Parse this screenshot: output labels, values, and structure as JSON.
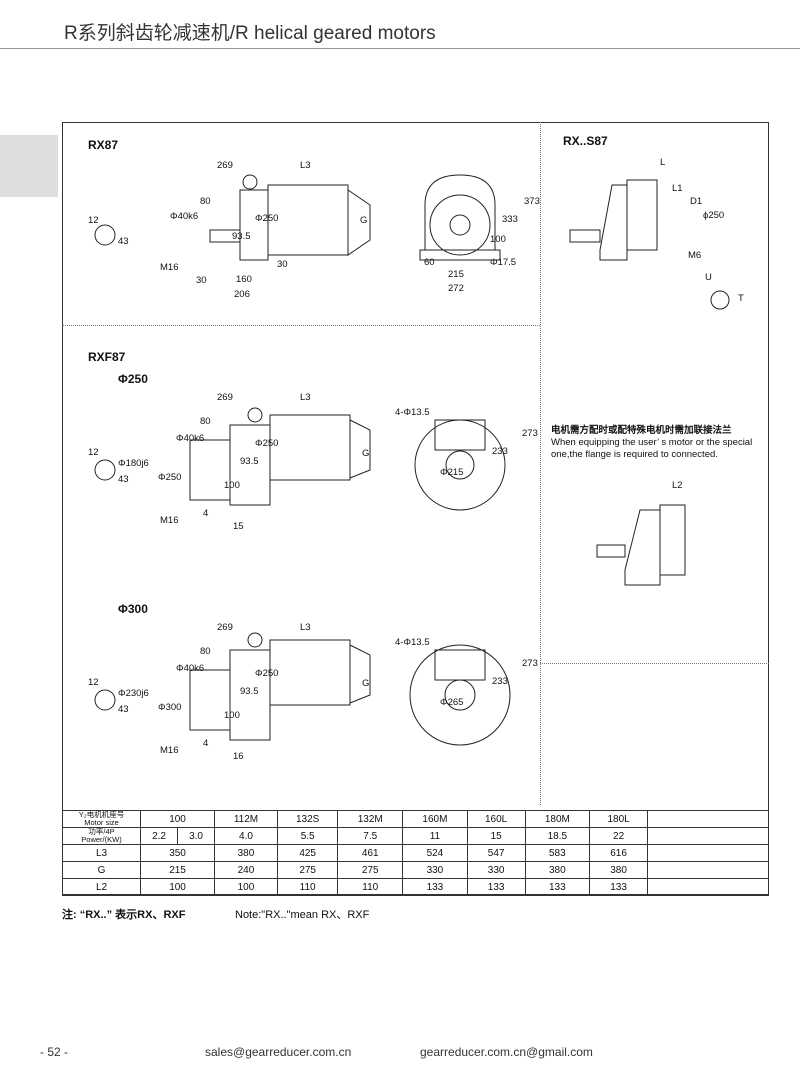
{
  "header": {
    "title": "R系列斜齿轮减速机/R helical geared motors"
  },
  "sections": {
    "rx87": {
      "title": "RX87",
      "dims": [
        "269",
        "L3",
        "80",
        "Φ40k6",
        "Φ250",
        "93.5",
        "G",
        "12",
        "43",
        "M16",
        "30",
        "160",
        "206",
        "30",
        "333",
        "373",
        "100",
        "60",
        "215",
        "Φ17.5",
        "272"
      ]
    },
    "rxs87": {
      "title": "RX..S87",
      "dims": [
        "L",
        "L1",
        "D1",
        "ϕ250",
        "M6",
        "U",
        "T"
      ]
    },
    "rxf87": {
      "title": "RXF87",
      "sub1": "Φ250",
      "sub2": "Φ300",
      "dims1": [
        "269",
        "L3",
        "80",
        "Φ40k6",
        "Φ250",
        "Φ180j6",
        "Φ250",
        "93.5",
        "G",
        "12",
        "43",
        "100",
        "M16",
        "4",
        "15",
        "4-Φ13.5",
        "233",
        "273",
        "Φ215"
      ],
      "dims2": [
        "269",
        "L3",
        "80",
        "Φ40k6",
        "Φ250",
        "Φ230j6",
        "Φ300",
        "93.5",
        "G",
        "12",
        "43",
        "100",
        "M16",
        "4",
        "16",
        "4-Φ13.5",
        "233",
        "273",
        "Φ265"
      ]
    },
    "flange_note": {
      "cn": "电机需方配时或配特殊电机时需加联接法兰",
      "en": "When equipping the user’ s motor or the special one,the flange is required to connected.",
      "dim": "L2"
    }
  },
  "table": {
    "row_headers": [
      [
        "Y₂电机机座号",
        "Motor size"
      ],
      [
        "功率/4P",
        "Power/(KW)"
      ],
      "L3",
      "G",
      "L2"
    ],
    "motor_size": [
      "100",
      "112M",
      "132S",
      "132M",
      "160M",
      "160L",
      "180M",
      "180L"
    ],
    "power": [
      "2.2",
      "3.0",
      "4.0",
      "5.5",
      "7.5",
      "11",
      "15",
      "18.5",
      "22"
    ],
    "L3": [
      "350",
      "380",
      "425",
      "461",
      "524",
      "547",
      "583",
      "616"
    ],
    "G": [
      "215",
      "240",
      "275",
      "275",
      "330",
      "330",
      "380",
      "380"
    ],
    "L2": [
      "100",
      "100",
      "110",
      "110",
      "133",
      "133",
      "133",
      "133"
    ]
  },
  "notes": {
    "cn": "注: “RX..” 表示RX、RXF",
    "en": "Note:\"RX..\"mean RX、RXF"
  },
  "footer": {
    "page": "- 52 -",
    "email": "sales@gearreducer.com.cn",
    "email2": "gearreducer.com.cn@gmail.com"
  }
}
